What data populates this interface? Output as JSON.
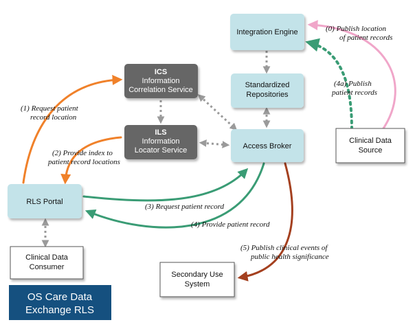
{
  "colors": {
    "teal_box": "#c3e3e9",
    "dark_box": "#666666",
    "orange": "#f0812a",
    "green": "#3a9c75",
    "brown": "#a4401f",
    "pink": "#f0a6c9",
    "gray": "#9a9a9a",
    "logo_bg": "#15507f"
  },
  "nodes": {
    "integration_engine": {
      "label": "Integration Engine"
    },
    "standardized_repositories": {
      "line1": "Standardized",
      "line2": "Repositories"
    },
    "ics": {
      "line1": "ICS",
      "line2": "Information",
      "line3": "Correlation Service"
    },
    "ils": {
      "line1": "ILS",
      "line2": "Information",
      "line3": "Locator Service"
    },
    "access_broker": {
      "label": "Access Broker"
    },
    "rls_portal": {
      "label": "RLS Portal"
    },
    "clinical_data_source": {
      "line1": "Clinical Data",
      "line2": "Source"
    },
    "clinical_data_consumer": {
      "line1": "Clinical Data",
      "line2": "Consumer"
    },
    "secondary_use_system": {
      "line1": "Secondary Use",
      "line2": "System"
    }
  },
  "edge_labels": {
    "step0": {
      "line1": "(0)  Publish location",
      "line2": "of patient records"
    },
    "step1": {
      "line1": "(1)  Request patient",
      "line2": "record location"
    },
    "step2": {
      "line1": "(2)  Provide index to",
      "line2": "patient record locations"
    },
    "step3": {
      "line1": "(3)  Request patient record"
    },
    "step4": {
      "line1": "(4)  Provide patient record"
    },
    "step4a": {
      "line1": "(4a)  Publish",
      "line2": "patient records"
    },
    "step5": {
      "line1": "(5)  Publish clinical events of",
      "line2": "public health significance"
    }
  },
  "logo": {
    "line1": "OS Care Data",
    "line2": "Exchange RLS"
  }
}
